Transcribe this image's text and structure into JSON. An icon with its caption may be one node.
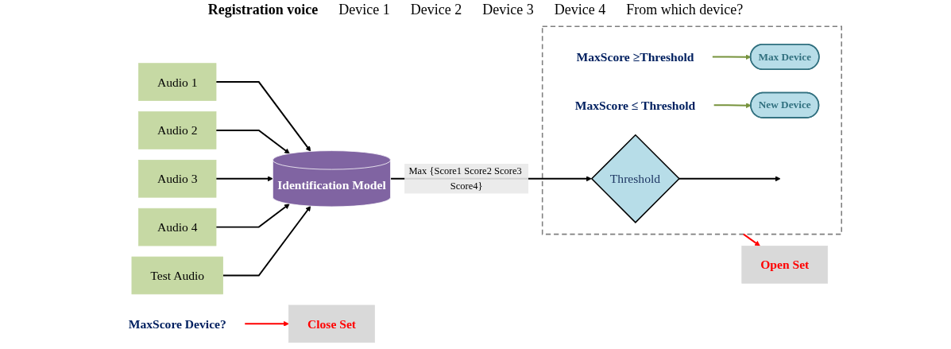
{
  "diagram": {
    "nodes": [
      {
        "text": [
          "Audio 1"
        ]
      },
      {
        "text": [
          "Audio 2"
        ]
      },
      {
        "text": [
          "Audio 3"
        ]
      },
      {
        "text": [
          "Audio 4"
        ]
      },
      {
        "text": [
          "Identification Model"
        ]
      },
      {
        "text": [
          "Test Audio"
        ]
      },
      {
        "text": [
          "MaxScore Device?"
        ]
      },
      {
        "text": [],
        "shape": "box"
      },
      {
        "text": [
          "Threshold"
        ],
        "in": 7
      },
      {
        "text": [
          "MaxScore ≥Threshold"
        ],
        "in": 7
      },
      {
        "text": [
          "Max Device"
        ],
        "in": 7
      },
      {
        "text": [
          "MaxScore ≤ Threshold"
        ],
        "in": 7
      },
      {
        "text": [
          "New Device"
        ],
        "in": 7
      },
      {
        "text": [
          "Close Set"
        ]
      },
      {
        "text": [
          "Open Set"
        ]
      }
    ],
    "edges": [
      {
        "from": 0,
        "to": 4,
        "arrow": "to"
      },
      {
        "from": 1,
        "to": 4,
        "arrow": "to"
      },
      {
        "from": 2,
        "to": 4,
        "arrow": "to"
      },
      {
        "from": 3,
        "to": 4,
        "arrow": "to"
      },
      {
        "from": 5,
        "to": 4,
        "arrow": "to"
      },
      {
        "from": 4,
        "to": 8,
        "arrow": "to",
        "label": "Max {Score1 Score2 Score3 Score4}"
      },
      {
        "from": 8,
        "to": null,
        "arrow": "to"
      },
      {
        "from": 9,
        "to": 10,
        "arrow": "to",
        "color": "#77933c"
      },
      {
        "from": 11,
        "to": 12,
        "arrow": "to",
        "color": "#77933c"
      },
      {
        "from": 6,
        "to": 13,
        "arrow": "to",
        "color": "#ff0000"
      },
      {
        "from": 7,
        "to": 14,
        "arrow": "to",
        "color": "#ff0000"
      }
    ],
    "labels": [
      "Registration voice",
      "Device 1",
      "Device 2",
      "Device 3",
      "Device 4",
      "From which device?"
    ]
  }
}
